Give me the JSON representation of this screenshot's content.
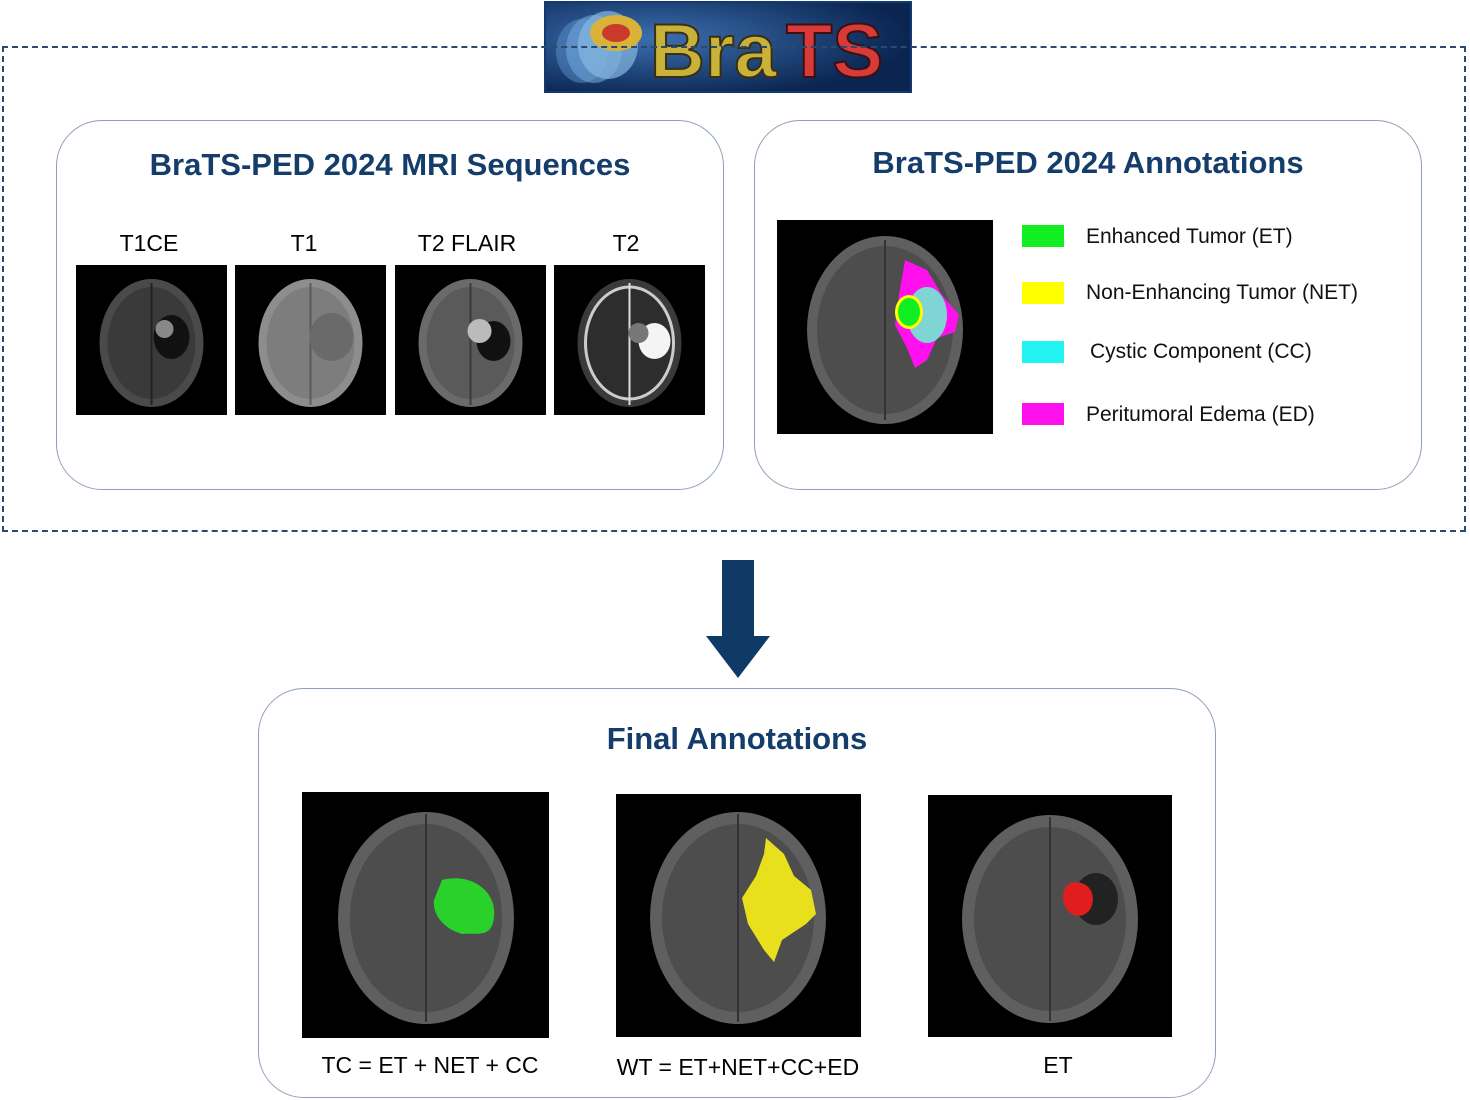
{
  "logo": {
    "text": "BraTS",
    "colors": {
      "bra": "#c8b23a",
      "ts": "#d83a3a",
      "bg": "#0c2e5e"
    }
  },
  "sequences_panel": {
    "title": "BraTS-PED 2024 MRI Sequences",
    "labels": [
      "T1CE",
      "T1",
      "T2 FLAIR",
      "T2"
    ]
  },
  "annotations_panel": {
    "title": "BraTS-PED 2024 Annotations",
    "legend": [
      {
        "label": "Enhanced Tumor (ET)",
        "color": "#11ee22"
      },
      {
        "label": "Non-Enhancing Tumor (NET)",
        "color": "#ffff00"
      },
      {
        "label": "Cystic Component (CC)",
        "color": "#22f2f2"
      },
      {
        "label": "Peritumoral Edema (ED)",
        "color": "#ff11ee"
      }
    ]
  },
  "arrow": {
    "color": "#0f3a66",
    "icon": "down-arrow-icon"
  },
  "final_panel": {
    "title": "Final Annotations",
    "captions": [
      "TC = ET + NET + CC",
      "WT = ET+NET+CC+ED",
      "ET"
    ],
    "overlay_colors": [
      "#2ad12a",
      "#e8e01c",
      "#e01e1e"
    ]
  }
}
